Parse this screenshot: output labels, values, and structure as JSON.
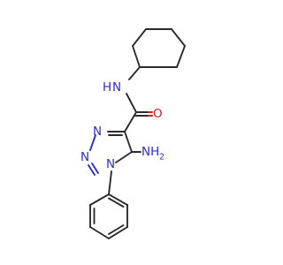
{
  "molecule": {
    "atoms": {
      "amide_nh": {
        "symbol": "N",
        "h": "H"
      },
      "carbonyl_o": {
        "symbol": "O"
      },
      "triazole_n1": {
        "symbol": "N"
      },
      "triazole_n2": {
        "symbol": "N"
      },
      "triazole_n3": {
        "symbol": "N"
      },
      "amine": {
        "symbol": "NH",
        "sub": "2"
      }
    }
  },
  "colors": {
    "carbon_bond": "#2b2b2b",
    "nitrogen": "#2c2cd4",
    "oxygen": "#e11a1a",
    "background": "#ffffff"
  }
}
